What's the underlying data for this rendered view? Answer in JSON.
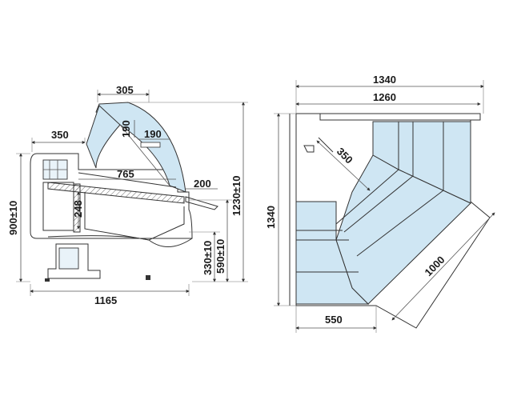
{
  "colors": {
    "glass": "#cfe6f3",
    "line": "#333333",
    "text": "#1a1a1a"
  },
  "side_view": {
    "dims": {
      "top_width": "305",
      "shelf_width": "350",
      "glass_height": "190",
      "glass_depth": "190",
      "tray_depth": "765",
      "front_ledge": "200",
      "tray_height": "248",
      "total_height": "900±10",
      "top_height": "1230±10",
      "counter_height": "590±10",
      "base_height": "330±10",
      "total_depth": "1165"
    }
  },
  "corner_view": {
    "dims": {
      "overall_width": "1340",
      "inner_width": "1260",
      "overall_depth": "1340",
      "corner_inset": "350",
      "diagonal_length": "1000",
      "bottom_width": "550"
    }
  }
}
